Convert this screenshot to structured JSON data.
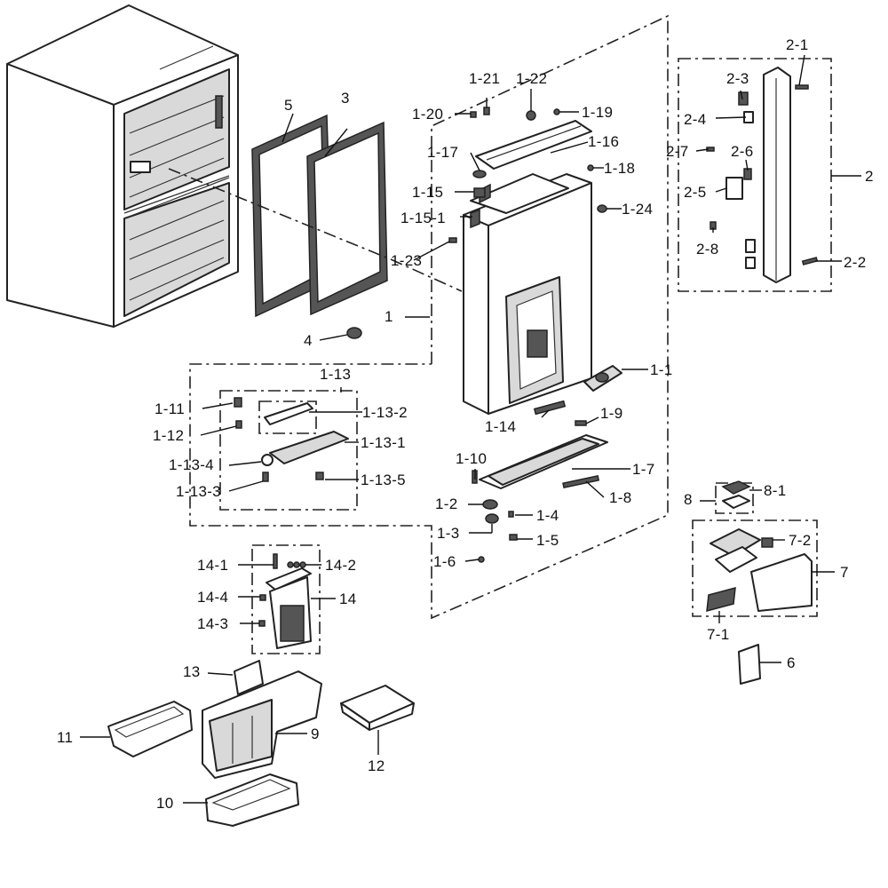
{
  "labels": {
    "l_2_1": "2-1",
    "l_2_3": "2-3",
    "l_2_4": "2-4",
    "l_2_7": "2-7",
    "l_2_6": "2-6",
    "l_2_5": "2-5",
    "l_2_8": "2-8",
    "l_2_2": "2-2",
    "l_2": "2",
    "l_1_21": "1-21",
    "l_1_22": "1-22",
    "l_1_20": "1-20",
    "l_1_19": "1-19",
    "l_1_16": "1-16",
    "l_1_17": "1-17",
    "l_1_18": "1-18",
    "l_1_15": "1-15",
    "l_1_24": "1-24",
    "l_1_15_1": "1-15-1",
    "l_1_23": "1-23",
    "l_1": "1",
    "l_5": "5",
    "l_3": "3",
    "l_4": "4",
    "l_1_1": "1-1",
    "l_1_13": "1-13",
    "l_1_11": "1-11",
    "l_1_13_2": "1-13-2",
    "l_1_12": "1-12",
    "l_1_13_1": "1-13-1",
    "l_1_13_4": "1-13-4",
    "l_1_13_3": "1-13-3",
    "l_1_13_5": "1-13-5",
    "l_1_14": "1-14",
    "l_1_9": "1-9",
    "l_1_10": "1-10",
    "l_1_7": "1-7",
    "l_1_8": "1-8",
    "l_1_2": "1-2",
    "l_1_4": "1-4",
    "l_1_3": "1-3",
    "l_1_5": "1-5",
    "l_1_6": "1-6",
    "l_8": "8",
    "l_8_1": "8-1",
    "l_7_2": "7-2",
    "l_7": "7",
    "l_7_1": "7-1",
    "l_6": "6",
    "l_14_1": "14-1",
    "l_14_2": "14-2",
    "l_14_4": "14-4",
    "l_14": "14",
    "l_14_3": "14-3",
    "l_13": "13",
    "l_11": "11",
    "l_9": "9",
    "l_12": "12",
    "l_10": "10"
  }
}
